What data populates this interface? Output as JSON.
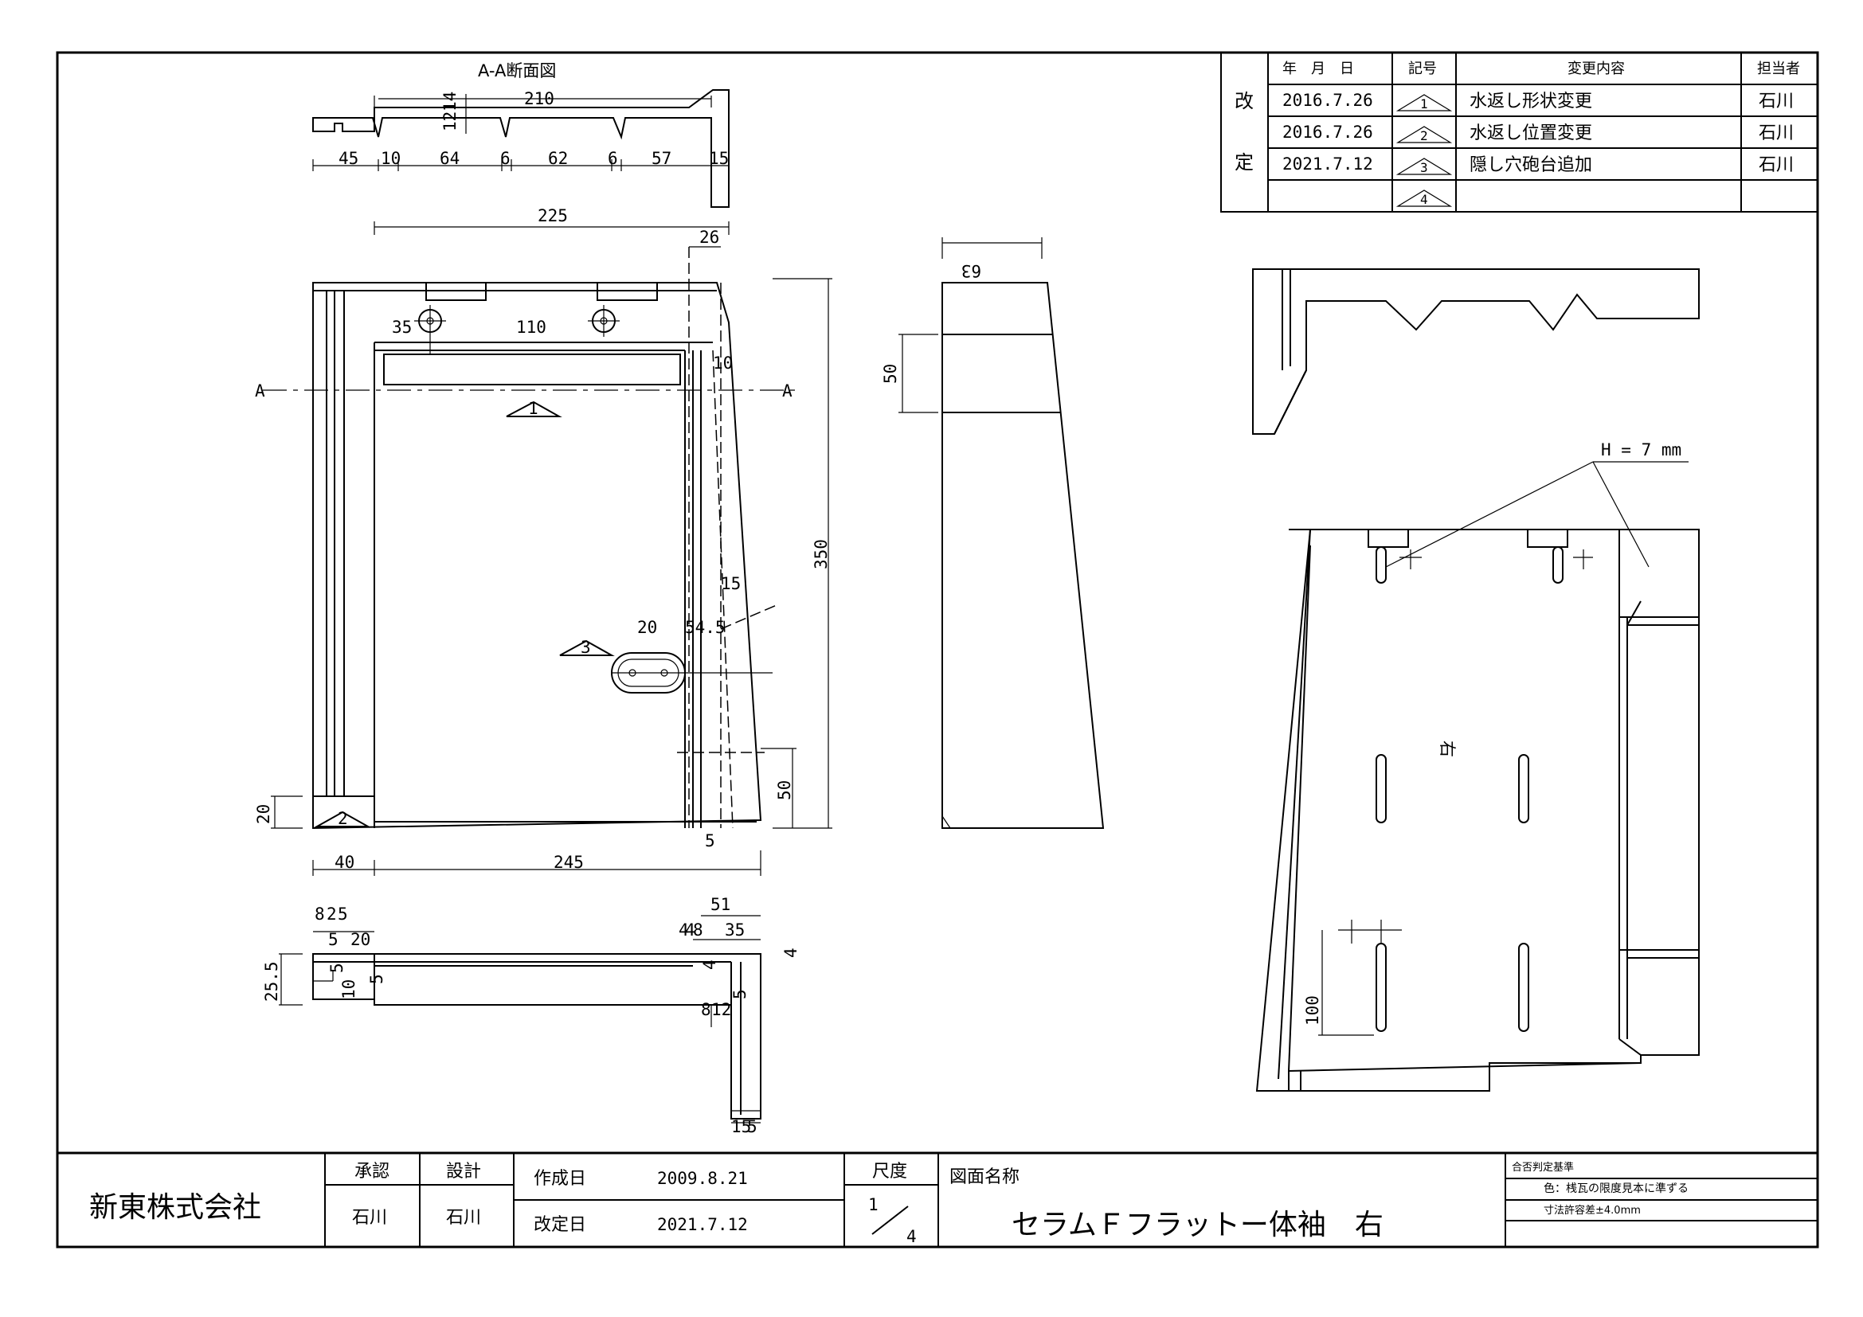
{
  "section_view": {
    "title": "A-A断面図",
    "dims": [
      "210",
      "12",
      "14",
      "45",
      "10",
      "64",
      "6",
      "62",
      "6",
      "57",
      "15"
    ]
  },
  "front_view": {
    "dims": [
      "225",
      "26",
      "35",
      "110",
      "10",
      "350",
      "15",
      "20",
      "54.5",
      "50",
      "20",
      "40",
      "245",
      "5"
    ],
    "section_marks": [
      "A",
      "A"
    ]
  },
  "side_view": {
    "dims": [
      "63",
      "50"
    ]
  },
  "bottom_view": {
    "dims": [
      "8",
      "2",
      "5",
      "5",
      "20",
      "51",
      "4",
      "4",
      "8",
      "35",
      "4",
      "25.5",
      "5",
      "10",
      "5",
      "4",
      "5",
      "8",
      "12",
      "15",
      "5"
    ]
  },
  "iso_view": {
    "label": "H = 7 mm",
    "dims": [
      "右",
      "100"
    ]
  },
  "revision_table": {
    "side_chars": [
      "改",
      "定"
    ],
    "headers": [
      "年　月　日",
      "記号",
      "変更内容",
      "担当者"
    ],
    "rows": [
      {
        "date": "2016.7.26",
        "mark": "1",
        "content": "水返し形状変更",
        "person": "石川"
      },
      {
        "date": "2016.7.26",
        "mark": "2",
        "content": "水返し位置変更",
        "person": "石川"
      },
      {
        "date": "2021.7.12",
        "mark": "3",
        "content": "隠し穴砲台追加",
        "person": "石川"
      },
      {
        "date": "",
        "mark": "4",
        "content": "",
        "person": ""
      }
    ]
  },
  "title_block": {
    "company": "新東株式会社",
    "approve_label": "承認",
    "approve_value": "石川",
    "design_label": "設計",
    "design_value": "石川",
    "created_label": "作成日",
    "created_value": "2009.8.21",
    "revised_label": "改定日",
    "revised_value": "2021.7.12",
    "scale_label": "尺度",
    "scale_num": "1",
    "scale_den": "4",
    "name_label": "図面名称",
    "name_value": "セラムＦフラットー体袖　右",
    "criteria_title": "合否判定基準",
    "criteria_color": "色：桟瓦の限度見本に準ずる",
    "criteria_tolerance": "寸法許容差±4.0mm"
  },
  "colors": {
    "line": "#000000",
    "background": "#ffffff"
  }
}
